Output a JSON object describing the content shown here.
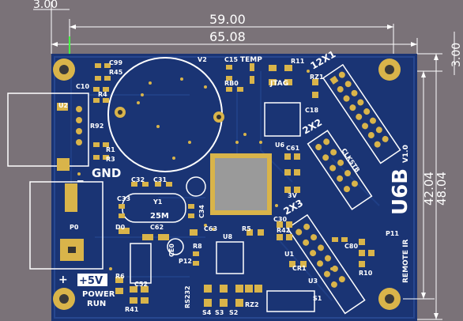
{
  "dimensions": {
    "offset_left": "3.00",
    "inner_width": "59.00",
    "outer_width": "65.08",
    "offset_right": "3.00",
    "inner_height": "42.04",
    "outer_height": "48.04"
  },
  "board": {
    "name": "U6B",
    "version": "V1.0",
    "power_label": "+5V",
    "gnd_label": "GND",
    "power_text": "POWER",
    "run_text": "RUN",
    "remote_label": "REMOTE IR",
    "crystal_label": "25M",
    "jtag_label": "JTAG",
    "temp_label": "TEMP",
    "clkstb_label": "CLKSTB",
    "rs232_label": "RS232",
    "voltage_label": "3V"
  },
  "designators": {
    "u2": "U2",
    "v2": "V2",
    "p0": "P0",
    "p12": "P12",
    "p11": "P11",
    "u1": "U1",
    "u3": "U3",
    "u6": "U6",
    "u8": "U8",
    "y1": "Y1",
    "s1": "S1",
    "s2": "S2",
    "s3": "S3",
    "s4": "S4",
    "d0": "D0",
    "c99": "C99",
    "r45": "R45",
    "c10": "C10",
    "r4": "R4",
    "r92": "R92",
    "r1": "R1",
    "r3": "R3",
    "c15": "C15",
    "rb0": "RB0",
    "r11": "R11",
    "rz1": "RZ1",
    "c18": "C18",
    "c32": "C32",
    "c31": "C31",
    "c33": "C33",
    "c34": "C34",
    "c62": "C62",
    "c63": "C63",
    "c61": "C61",
    "r5": "R5",
    "c30": "C30",
    "r42": "R42",
    "r10": "R10",
    "c80": "C80",
    "r8": "R8",
    "r41": "R41",
    "c52": "C52",
    "rz2": "RZ2",
    "cr1": "CR1",
    "ce0": "CE0",
    "r6": "R6",
    "h12x1": "12X1",
    "h2x2": "2X2",
    "h2x3": "2X3"
  }
}
